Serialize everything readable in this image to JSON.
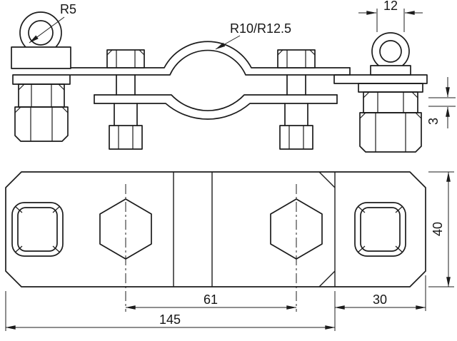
{
  "colors": {
    "line": "#1c1c1c",
    "background": "#ffffff",
    "text": "#161616"
  },
  "side_view": {
    "r5_label": "R5",
    "saddle_radius_label": "R10/R12.5",
    "loop_width_dim": "12",
    "strap_thickness_dim": "3"
  },
  "plan_view": {
    "bolt_spacing_dim": "61",
    "end_section_dim": "30",
    "overall_length_dim": "145",
    "plate_width_dim": "40"
  }
}
